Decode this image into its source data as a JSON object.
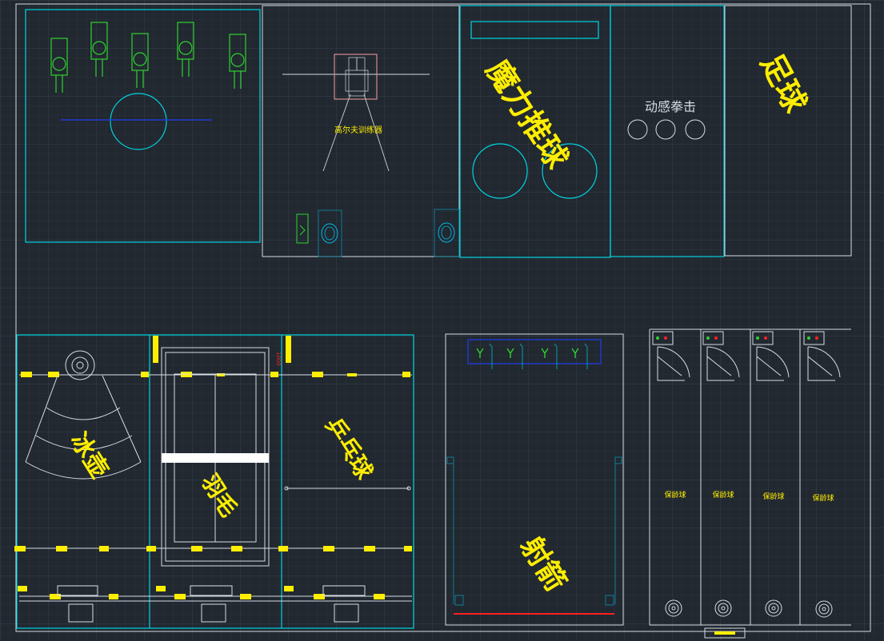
{
  "colors": {
    "background": "#212830",
    "grid_minor": "#2a323c",
    "grid_major": "#364150",
    "outline": "#d8dde3",
    "cyan": "#00d4e0",
    "green": "#2fd22f",
    "yellow": "#ffee00",
    "blue": "#1f3bd6",
    "red": "#ff2020"
  },
  "rooms": {
    "golf": {
      "label": "高尔夫训练器"
    },
    "push_ball": {
      "label": "魔力推球"
    },
    "boxing": {
      "label": "动感拳击"
    },
    "football": {
      "label": "足球"
    },
    "curling": {
      "label": "冰壶"
    },
    "badminton": {
      "label": "羽毛"
    },
    "pingpong": {
      "label": "乒乓球"
    },
    "archery": {
      "label": "射箭"
    }
  },
  "lanes": {
    "label": "保龄球"
  },
  "dimension_tag": "1000"
}
